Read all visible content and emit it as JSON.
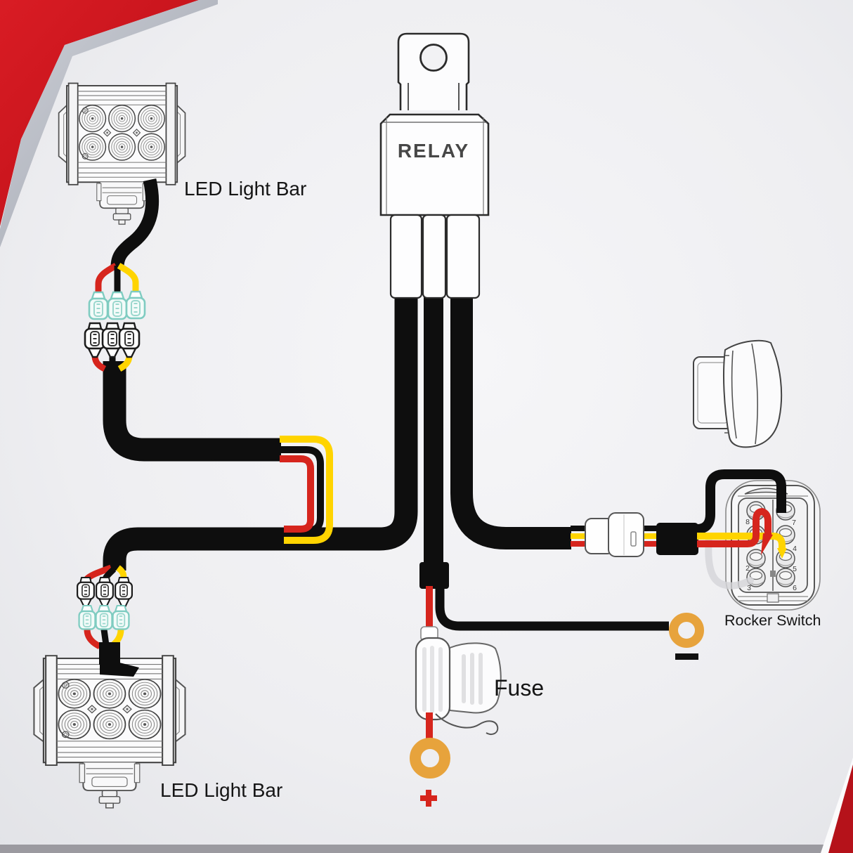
{
  "diagram": {
    "title_note": "LED light bar wiring harness diagram",
    "relay": {
      "label": "RELAY"
    },
    "led_bar_top": {
      "label": "LED Light Bar"
    },
    "led_bar_bottom": {
      "label": "LED Light Bar"
    },
    "fuse": {
      "label": "Fuse"
    },
    "rocker_switch": {
      "label": "Rocker Switch",
      "terminal_labels": [
        "8",
        "7",
        "2",
        "4",
        "5",
        "3",
        "6"
      ]
    },
    "polarity": {
      "positive": "+",
      "negative": "−"
    },
    "colors": {
      "wire_black": "#0e0e0e",
      "wire_red": "#d6251d",
      "wire_yellow": "#ffd400",
      "connector_teal": "#7fccc1",
      "ring_terminal_orange": "#e7a33c",
      "accent_corner_red": "#cf1418",
      "silver_trim": "#b7bac2",
      "sheet_background": "#f1f1f3"
    }
  }
}
